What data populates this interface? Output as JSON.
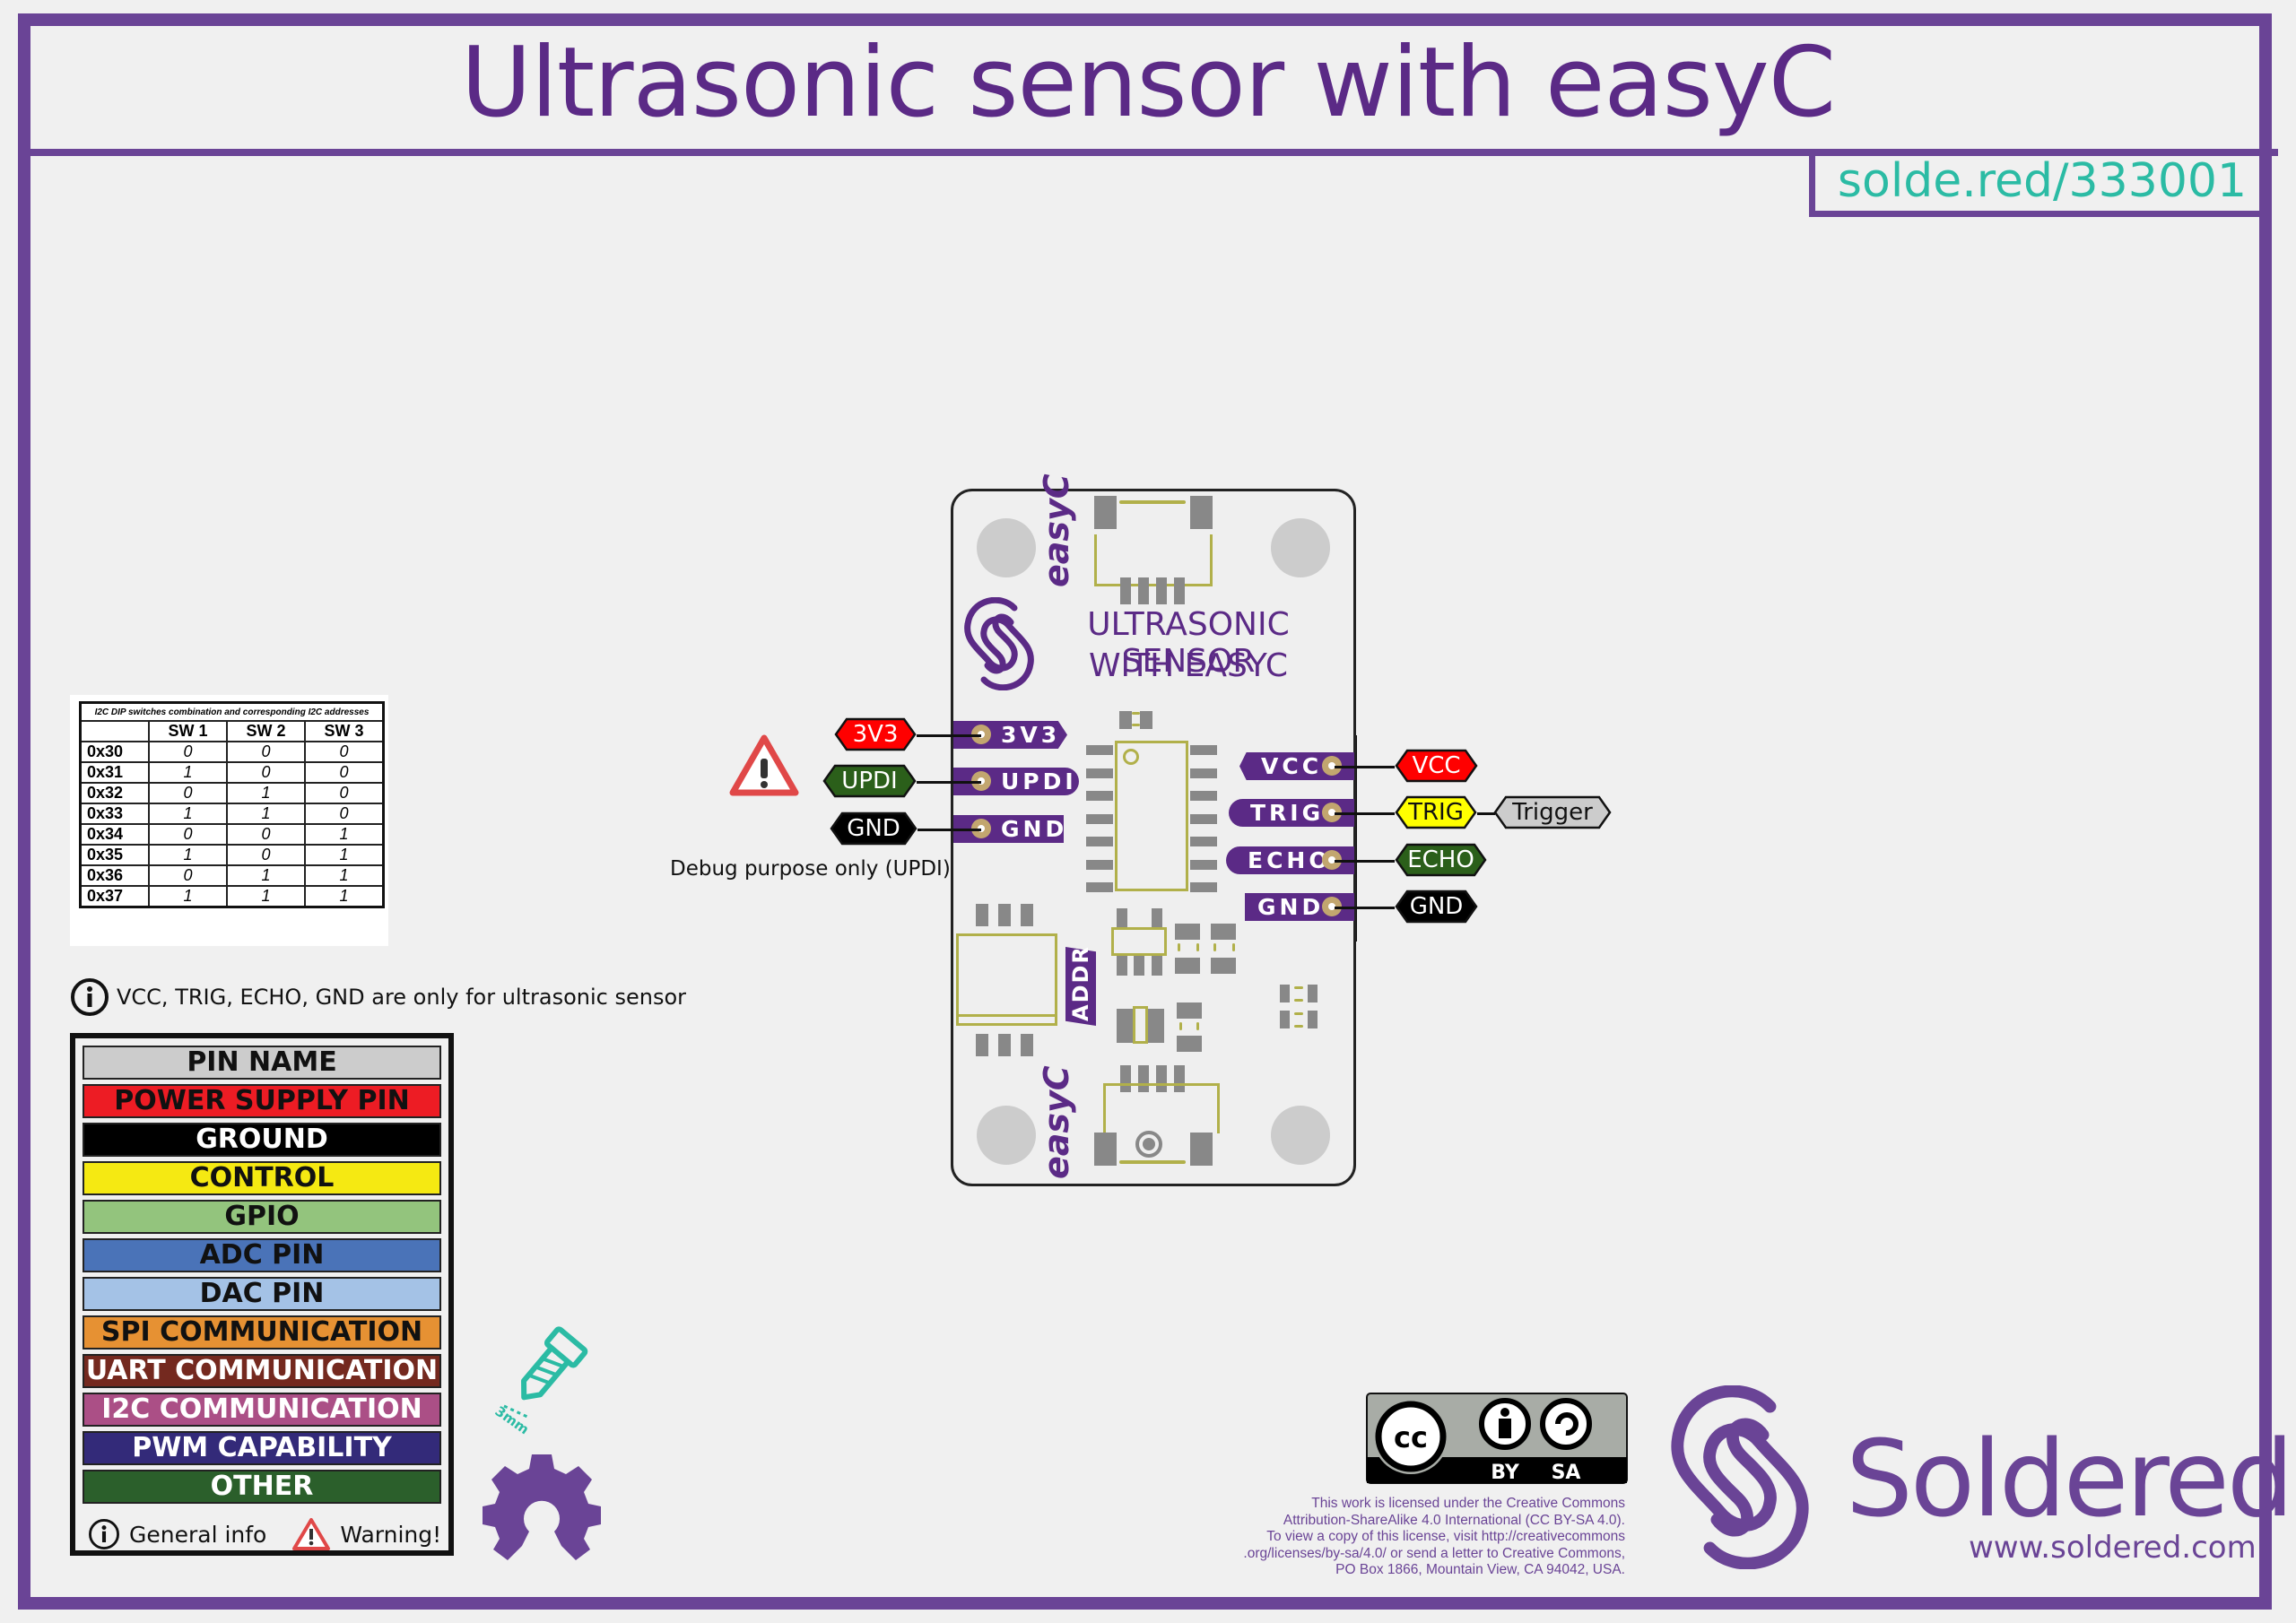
{
  "header": {
    "title": "Ultrasonic sensor with easyC",
    "short_url": "solde.red/333001"
  },
  "colors": {
    "brand_purple": "#6a4496",
    "title_purple": "#5b2a86",
    "url_teal": "#2bbba4",
    "silkscreen": "#b1b04a",
    "pad_gray": "#888888"
  },
  "i2c_table": {
    "caption": "I2C DIP switches combination and corresponding I2C addresses",
    "columns": [
      "",
      "SW 1",
      "SW 2",
      "SW 3"
    ],
    "rows": [
      {
        "address": "0x30",
        "sw1": "0",
        "sw2": "0",
        "sw3": "0"
      },
      {
        "address": "0x31",
        "sw1": "1",
        "sw2": "0",
        "sw3": "0"
      },
      {
        "address": "0x32",
        "sw1": "0",
        "sw2": "1",
        "sw3": "0"
      },
      {
        "address": "0x33",
        "sw1": "1",
        "sw2": "1",
        "sw3": "0"
      },
      {
        "address": "0x34",
        "sw1": "0",
        "sw2": "0",
        "sw3": "1"
      },
      {
        "address": "0x35",
        "sw1": "1",
        "sw2": "0",
        "sw3": "1"
      },
      {
        "address": "0x36",
        "sw1": "0",
        "sw2": "1",
        "sw3": "1"
      },
      {
        "address": "0x37",
        "sw1": "1",
        "sw2": "1",
        "sw3": "1"
      }
    ]
  },
  "notes": {
    "info_note": "VCC, TRIG, ECHO, GND are only for ultrasonic sensor",
    "debug_note": "Debug purpose only (UPDI)!"
  },
  "legend": {
    "items": [
      {
        "label": "PIN NAME",
        "bg": "#cccccc",
        "fg": "#111111"
      },
      {
        "label": "POWER SUPPLY PIN",
        "bg": "#ed1c24",
        "fg": "#111111"
      },
      {
        "label": "GROUND",
        "bg": "#000000",
        "fg": "#ffffff"
      },
      {
        "label": "CONTROL",
        "bg": "#f5e912",
        "fg": "#111111"
      },
      {
        "label": "GPIO",
        "bg": "#93c47d",
        "fg": "#111111"
      },
      {
        "label": "ADC PIN",
        "bg": "#4a73b8",
        "fg": "#111111"
      },
      {
        "label": "DAC PIN",
        "bg": "#a4c2e6",
        "fg": "#111111"
      },
      {
        "label": "SPI COMMUNICATION",
        "bg": "#e69133",
        "fg": "#111111"
      },
      {
        "label": "UART COMMUNICATION",
        "bg": "#74291f",
        "fg": "#ffffff"
      },
      {
        "label": "I2C COMMUNICATION",
        "bg": "#ab4f86",
        "fg": "#ffffff"
      },
      {
        "label": "PWM CAPABILITY",
        "bg": "#332a79",
        "fg": "#ffffff"
      },
      {
        "label": "OTHER",
        "bg": "#2b5f2b",
        "fg": "#ffffff"
      }
    ],
    "general_info_label": "General info",
    "warning_label": "Warning!"
  },
  "board": {
    "title_line1": "ULTRASONIC SENSOR",
    "title_line2": "WITH EASYC",
    "easyc_top": "easyC",
    "easyc_bottom": "easyC",
    "addr_label": "ADDR",
    "left_pins": [
      {
        "pad": "3V3",
        "tag": "3V3",
        "tag_bg": "#ff0000",
        "tag_fg": "#ffffff"
      },
      {
        "pad": "UPDI",
        "tag": "UPDI",
        "tag_bg": "#2b5f1a",
        "tag_fg": "#ffffff"
      },
      {
        "pad": "GND",
        "tag": "GND",
        "tag_bg": "#000000",
        "tag_fg": "#ffffff"
      }
    ],
    "right_pins": [
      {
        "pad": "VCC",
        "tag": "VCC",
        "tag_bg": "#ff0000",
        "tag_fg": "#ffffff"
      },
      {
        "pad": "TRIG",
        "tag": "TRIG",
        "tag_bg": "#ffff00",
        "tag_fg": "#111111",
        "extra": "Trigger",
        "extra_bg": "#cccccc"
      },
      {
        "pad": "ECHO",
        "tag": "ECHO",
        "tag_bg": "#2b5f1a",
        "tag_fg": "#ffffff"
      },
      {
        "pad": "GND",
        "tag": "GND",
        "tag_bg": "#000000",
        "tag_fg": "#ffffff"
      }
    ]
  },
  "mounting": {
    "screw_size": "3mm"
  },
  "license": {
    "badge_by": "BY",
    "badge_sa": "SA",
    "badge_cc": "cc",
    "text_lines": [
      "This work is licensed under the Creative Commons",
      "Attribution-ShareAlike 4.0 International (CC BY-SA 4.0).",
      "To view a copy of this license, visit http://creativecommons",
      ".org/licenses/by-sa/4.0/ or send a letter to Creative Commons,",
      "PO Box 1866, Mountain View, CA 94042, USA."
    ]
  },
  "brand": {
    "name": "Soldered",
    "url": "www.soldered.com"
  }
}
